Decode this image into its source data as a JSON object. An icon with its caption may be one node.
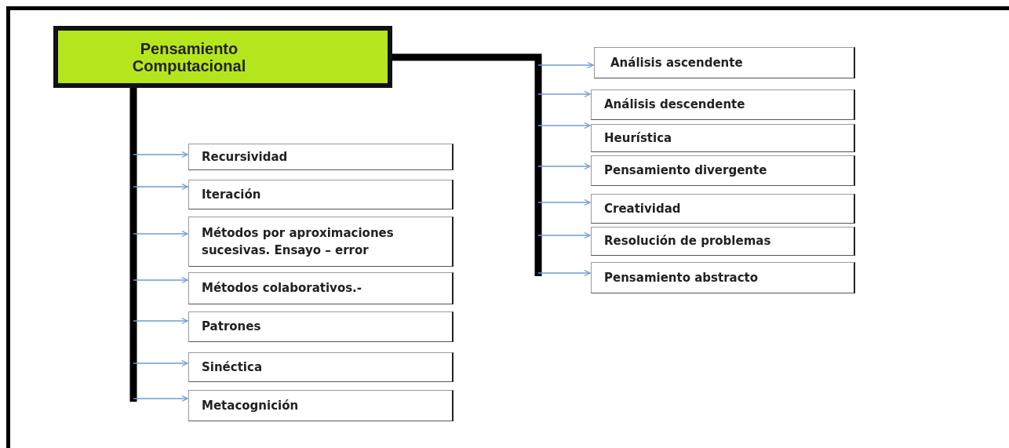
{
  "diagram": {
    "nodes": [
      {
        "text": [
          "Pensamiento Computacional"
        ]
      },
      {
        "text": [
          "Recursividad"
        ]
      },
      {
        "text": [
          "Iteración"
        ]
      },
      {
        "text": [
          "Métodos por aproximaciones sucesivas. Ensayo – error"
        ]
      },
      {
        "text": [
          "Métodos colaborativos.-"
        ]
      },
      {
        "text": [
          "Patrones"
        ]
      },
      {
        "text": [
          "Sinéctica"
        ]
      },
      {
        "text": [
          "Metacognición"
        ]
      },
      {
        "text": [
          "Análisis ascendente"
        ]
      },
      {
        "text": [
          "Análisis descendente"
        ]
      },
      {
        "text": [
          "Heurística"
        ]
      },
      {
        "text": [
          "Pensamiento divergente"
        ]
      },
      {
        "text": [
          "Creatividad"
        ]
      },
      {
        "text": [
          "Resolución de problemas"
        ]
      },
      {
        "text": [
          "Pensamiento abstracto"
        ]
      }
    ],
    "edges": [
      {
        "from": 0,
        "to": 1,
        "arrow": "to"
      },
      {
        "from": 0,
        "to": 2,
        "arrow": "to"
      },
      {
        "from": 0,
        "to": 3,
        "arrow": "to"
      },
      {
        "from": 0,
        "to": 4,
        "arrow": "to"
      },
      {
        "from": 0,
        "to": 5,
        "arrow": "to"
      },
      {
        "from": 0,
        "to": 6,
        "arrow": "to"
      },
      {
        "from": 0,
        "to": 7,
        "arrow": "to"
      },
      {
        "from": 0,
        "to": 8,
        "arrow": "to"
      },
      {
        "from": 0,
        "to": 9,
        "arrow": "to"
      },
      {
        "from": 0,
        "to": 10,
        "arrow": "to"
      },
      {
        "from": 0,
        "to": 11,
        "arrow": "to"
      },
      {
        "from": 0,
        "to": 12,
        "arrow": "to"
      },
      {
        "from": 0,
        "to": 13,
        "arrow": "to"
      },
      {
        "from": 0,
        "to": 14,
        "arrow": "to"
      }
    ]
  }
}
